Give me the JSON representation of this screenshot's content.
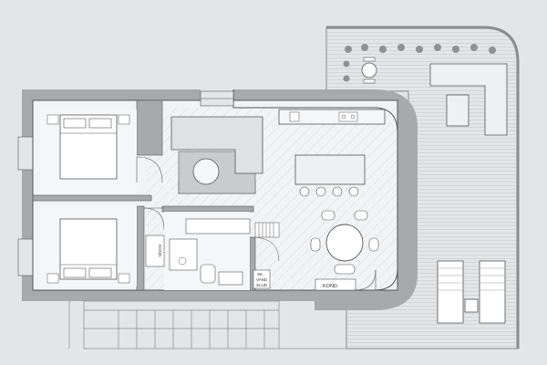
{
  "plan": {
    "labels": {
      "kond_bath": "KOND.",
      "sk_line1": "SK.",
      "sk_line2": "VAND",
      "sk_line3": "SLUD",
      "kond_living": "KOND."
    }
  },
  "colors": {
    "background": "#e3e5e7",
    "wall": "#a7a9ab",
    "line": "#555555",
    "hatch": "#bfc1c3"
  }
}
